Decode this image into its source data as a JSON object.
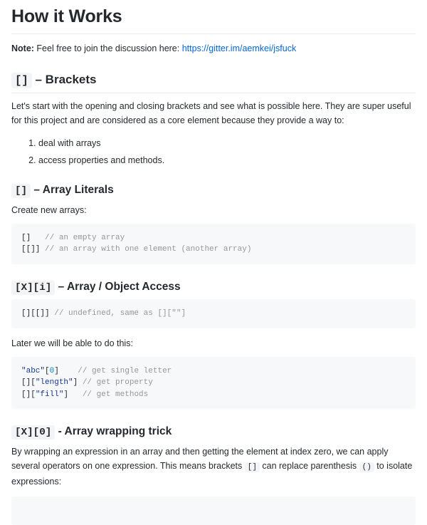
{
  "document": {
    "title": "How it Works"
  },
  "note": {
    "label": "Note:",
    "text": " Feel free to join the discussion here: ",
    "link_text": "https://gitter.im/aemkei/jsfuck"
  },
  "colors": {
    "link": "#0366d6",
    "code_bg": "#f6f8fa",
    "inline_code_bg": "#f3f4f6",
    "text": "#24292e",
    "rule": "#eaecef",
    "comment": "#969896",
    "string": "#183691",
    "number": "#0086b3"
  },
  "sections": {
    "brackets": {
      "code": "[]",
      "dash": " – ",
      "title": "Brackets",
      "paragraph": "Let's start with the opening and closing brackets and see what is possible here. They are super useful for this project and are considered as a core element because they provide a way to:",
      "list": [
        "deal with arrays",
        "access properties and methods."
      ]
    },
    "array_literals": {
      "code": "[]",
      "dash": " – ",
      "title": "Array Literals",
      "paragraph": "Create new arrays:",
      "code_block": [
        {
          "plain": "[]   ",
          "comment": "// an empty array"
        },
        {
          "plain": "[[]] ",
          "comment": "// an array with one element (another array)"
        }
      ]
    },
    "array_object_access": {
      "code": "[X][i]",
      "dash": " – ",
      "title": "Array / Object Access",
      "code_block_1": [
        {
          "plain": "[][[]] ",
          "comment": "// undefined, same as [][\"\"]"
        }
      ],
      "paragraph": "Later we will be able to do this:",
      "code_block_2": [
        {
          "string": "\"abc\"",
          "plain_a": "[",
          "number": "0",
          "plain_b": "]    ",
          "comment": "// get single letter"
        },
        {
          "plain_a": "[][",
          "string": "\"length\"",
          "plain_b": "] ",
          "comment": "// get property"
        },
        {
          "plain_a": "[][",
          "string": "\"fill\"",
          "plain_b": "]   ",
          "comment": "// get methods"
        }
      ]
    },
    "array_wrapping_trick": {
      "code": "[X][0]",
      "dash": " - ",
      "title": "Array wrapping trick",
      "paragraph_part1": "By wrapping an expression in an array and then getting the element at index zero, we can apply several operators on one expression. This means brackets ",
      "inline_brackets": "[]",
      "paragraph_part2": " can replace parenthesis ",
      "inline_parens": "()",
      "paragraph_part3": " to isolate expressions:"
    }
  }
}
